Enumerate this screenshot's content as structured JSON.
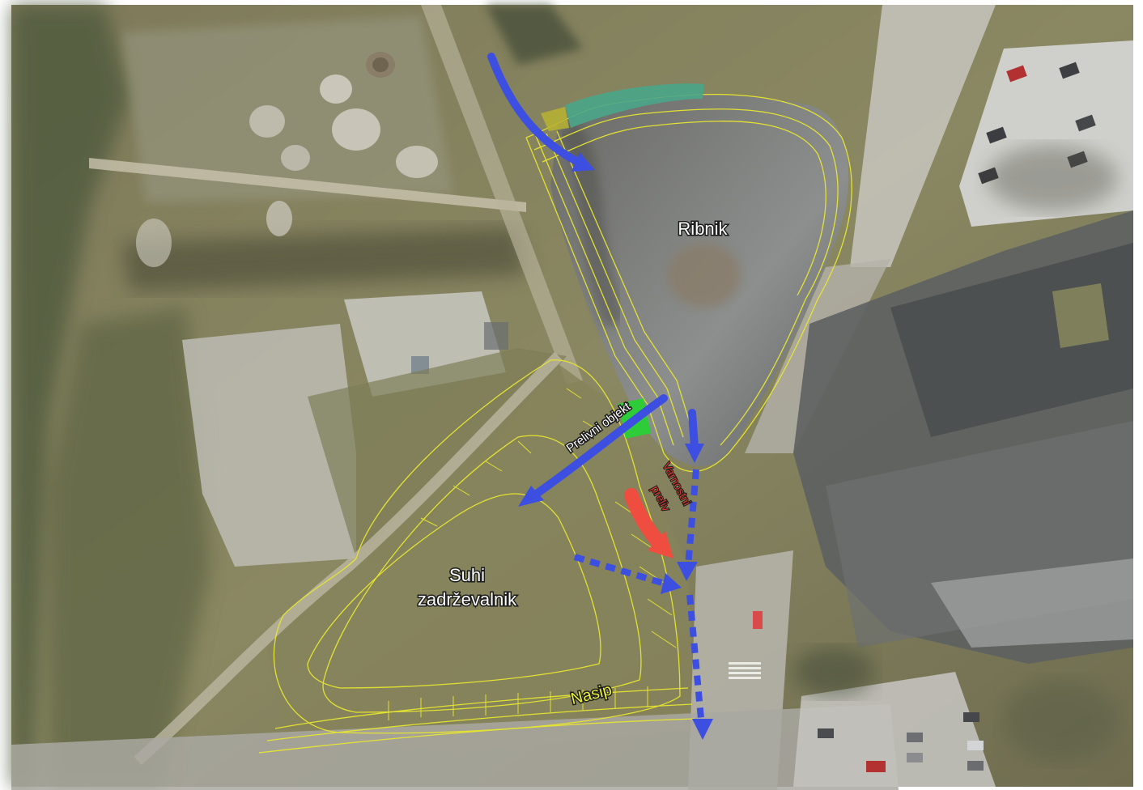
{
  "map": {
    "labels": {
      "pond": "Ribnik",
      "dry_retention_line1": "Suhi",
      "dry_retention_line2": "zadrževalnik",
      "embankment": "Nasip",
      "overflow_structure": "Prelivni objekt",
      "safety_spillway_line1": "Varnostni",
      "safety_spillway_line2": "preliv"
    },
    "colors": {
      "flow_arrow": "#3d4fe0",
      "safety_arrow": "#ef4d3f",
      "survey_lines": "#e8e630",
      "inlet_patch": "#4aa58a",
      "overflow_patch": "#2fcc3a",
      "label_text": "#ffffff",
      "label_outline": "#1b1b1b",
      "embankment_text": "#e8ef3a",
      "safety_text": "#d73a2d"
    }
  }
}
